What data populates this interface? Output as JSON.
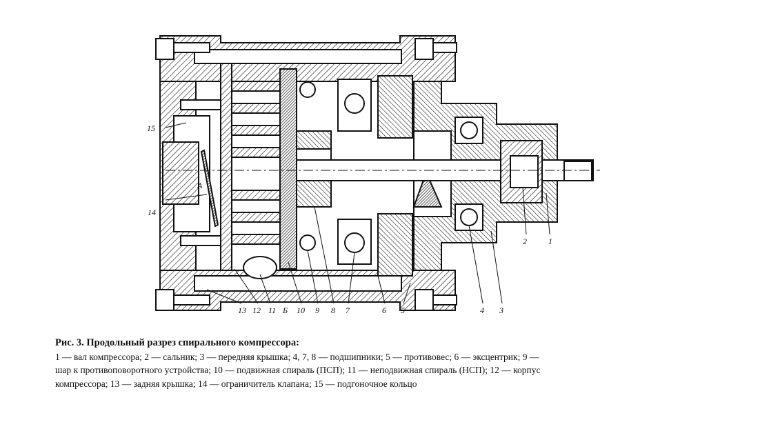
{
  "figure": {
    "labels": [
      "1",
      "2",
      "3",
      "4",
      "5",
      "6",
      "7",
      "8",
      "9",
      "10",
      "11",
      "Б",
      "12",
      "13",
      "14",
      "15",
      "А"
    ]
  },
  "caption": {
    "title": "Рис. 3. Продольный разрез спирального компрессора:",
    "lines": [
      "1 — вал компрессора; 2 — сальник; 3 — передняя крышка; 4, 7, 8 — подшипники; 5 — противовес; 6 — эксцентрик; 9 —",
      "шар к противоповоротного устройства; 10 — подвижная спираль (ПСП); 11 — неподвижная спираль (НСП); 12 — корпус",
      "компрессора; 13 — задняя крышка; 14 — ограничитель клапана; 15 — подгоночное кольцо"
    ]
  }
}
